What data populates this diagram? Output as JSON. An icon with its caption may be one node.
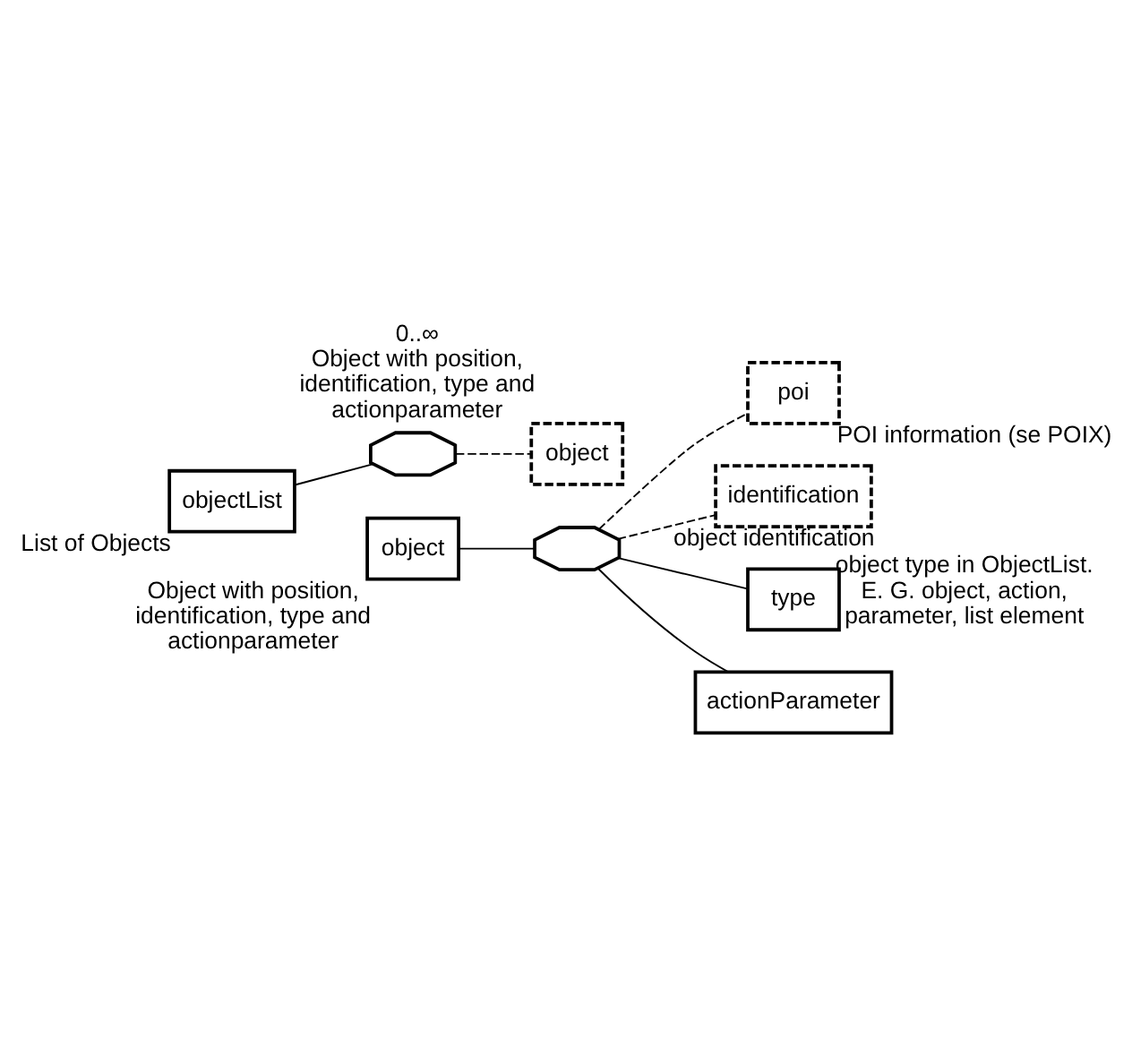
{
  "diagram": {
    "nodes": [
      {
        "text": [
          "objectList"
        ],
        "beside": [
          "List of Objects"
        ]
      },
      {
        "text": [],
        "shape": "octagon"
      },
      {
        "text": [
          "object"
        ],
        "beside": [
          "0..∞",
          "Object with position, identification, type and actionparameter"
        ]
      },
      {
        "text": [
          "object"
        ],
        "beside": [
          "Object with position, identification, type and actionparameter"
        ]
      },
      {
        "text": [],
        "shape": "octagon"
      },
      {
        "text": [
          "poi"
        ],
        "beside": [
          "POI information (se POIX)"
        ]
      },
      {
        "text": [
          "identification"
        ],
        "beside": [
          "object identification"
        ]
      },
      {
        "text": [
          "type"
        ],
        "beside": [
          "object type in ObjectList. E. G. object, action, parameter, list element"
        ]
      },
      {
        "text": [
          "actionParameter"
        ]
      }
    ],
    "edges": [
      {
        "from": 0,
        "to": 1,
        "arrow": "none"
      },
      {
        "from": 1,
        "to": 2,
        "arrow": "none",
        "style": "dashed"
      },
      {
        "from": 3,
        "to": 4,
        "arrow": "none"
      },
      {
        "from": 4,
        "to": 5,
        "arrow": "none",
        "style": "dashed"
      },
      {
        "from": 4,
        "to": 6,
        "arrow": "none",
        "style": "dashed"
      },
      {
        "from": 4,
        "to": 7,
        "arrow": "none"
      },
      {
        "from": 4,
        "to": 8,
        "arrow": "none"
      }
    ]
  }
}
